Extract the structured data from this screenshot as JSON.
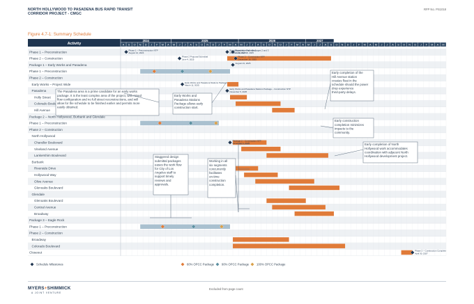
{
  "header": {
    "title_line1": "NORTH HOLLYWOOD TO PASADENA BUS RAPID TRANSIT",
    "title_line2": "CORRIDOR PROJECT - CMGC",
    "rfp_number": "RFP No. PS1018"
  },
  "figure_title": "Figure 4.7-1: Summary Schedule",
  "footer": {
    "logo_a": "MYERS",
    "logo_amp": "+",
    "logo_b": "SHIMMICK",
    "logo_sub": "A JOINT VENTURE",
    "note": "Excluded from page count"
  },
  "colors": {
    "header_navy": "#1f3550",
    "accent_orange": "#e07b39",
    "bar_blue": "#a9c0cf",
    "milestone_navy": "#1f3550",
    "diamond_60": "#e07b39",
    "diamond_90": "#5a8fa0",
    "diamond_100": "#d9a04a"
  },
  "chart_data": {
    "type": "gantt",
    "activity_header": "Activity",
    "timeline": {
      "start": "2024-04",
      "end": "2027-05"
    },
    "years": [
      {
        "label": "2024",
        "start": "2024-04",
        "end": "2024-12"
      },
      {
        "label": "2025",
        "start": "2025-01",
        "end": "2025-12"
      },
      {
        "label": "2026",
        "start": "2026-01",
        "end": "2026-12"
      },
      {
        "label": "2027",
        "start": "2027-01",
        "end": "2027-05"
      }
    ],
    "month_letters": [
      "A",
      "S",
      "O",
      "N",
      "D",
      "J",
      "F",
      "M",
      "A",
      "M",
      "J",
      "J",
      "A",
      "S",
      "O",
      "N",
      "D",
      "J",
      "F",
      "M",
      "A",
      "M",
      "J",
      "J",
      "A",
      "S",
      "O",
      "N",
      "D",
      "J",
      "F",
      "M",
      "A",
      "M",
      "J",
      "J",
      "A",
      "S",
      "O",
      "N",
      "D",
      "J",
      "F",
      "M",
      "A",
      "M",
      "J",
      "J",
      "A",
      "S",
      "O",
      "N",
      "D",
      "J",
      "F",
      "M",
      "A",
      "M"
    ],
    "rows": [
      {
        "label": "Phase 1 – Preconstruction",
        "indent": 0,
        "shade": true
      },
      {
        "label": "Phase 2 – Construction",
        "indent": 0,
        "shade": false
      },
      {
        "label": "Package 1 – Early Works and Pasadena",
        "indent": 0,
        "shade": true
      },
      {
        "label": "Phase 1 – Preconstruction",
        "indent": 0,
        "shade": false
      },
      {
        "label": "Phase 2 – Construction",
        "indent": 0,
        "shade": true
      },
      {
        "label": "Early Works – Project Wide",
        "indent": 1,
        "shade": false
      },
      {
        "label": "Pasadena",
        "indent": 1,
        "shade": true
      },
      {
        "label": "Holly Street",
        "indent": 2,
        "shade": false
      },
      {
        "label": "Colorado Boulevard",
        "indent": 2,
        "shade": true
      },
      {
        "label": "Hill Avenue",
        "indent": 2,
        "shade": false
      },
      {
        "label": "Package 2 – North Hollywood, Burbank and Glendale",
        "indent": 0,
        "shade": true
      },
      {
        "label": "Phase 1 – Preconstruction",
        "indent": 0,
        "shade": false
      },
      {
        "label": "Phase 2 – Construction",
        "indent": 0,
        "shade": true
      },
      {
        "label": "North Hollywood",
        "indent": 1,
        "shade": false
      },
      {
        "label": "Chandler Boulevard",
        "indent": 2,
        "shade": true
      },
      {
        "label": "Vineland Avenue",
        "indent": 2,
        "shade": false
      },
      {
        "label": "Lankershim Boulevard",
        "indent": 2,
        "shade": true
      },
      {
        "label": "Burbank",
        "indent": 1,
        "shade": false
      },
      {
        "label": "Riverside Drive",
        "indent": 2,
        "shade": true
      },
      {
        "label": "Hollywood Way",
        "indent": 2,
        "shade": false
      },
      {
        "label": "Olive Avenue",
        "indent": 2,
        "shade": true
      },
      {
        "label": "Glenoaks Boulevard",
        "indent": 2,
        "shade": false
      },
      {
        "label": "Glendale",
        "indent": 1,
        "shade": true
      },
      {
        "label": "Glenoaks Boulevard",
        "indent": 2,
        "shade": false
      },
      {
        "label": "Central Avenue",
        "indent": 2,
        "shade": true
      },
      {
        "label": "Broadway",
        "indent": 2,
        "shade": false
      },
      {
        "label": "Package 3 – Eagle Rock",
        "indent": 0,
        "shade": true
      },
      {
        "label": "Phase 1 – Preconstruction",
        "indent": 0,
        "shade": false
      },
      {
        "label": "Phase 2 – Construction",
        "indent": 0,
        "shade": true
      },
      {
        "label": "Broadway",
        "indent": 1,
        "shade": false
      },
      {
        "label": "Colorado Boulevard",
        "indent": 1,
        "shade": true
      },
      {
        "label": "Closeout",
        "indent": 0,
        "shade": false
      }
    ],
    "bars": [
      {
        "row": 3,
        "start": 3.5,
        "end": 19.5,
        "kind": "precon"
      },
      {
        "row": 5,
        "start": 19.0,
        "end": 21.0,
        "kind": "construction"
      },
      {
        "row": 7,
        "start": 19.5,
        "end": 22.5,
        "kind": "construction"
      },
      {
        "row": 8,
        "start": 20.5,
        "end": 28.5,
        "kind": "construction"
      },
      {
        "row": 9,
        "start": 27.0,
        "end": 31.0,
        "kind": "construction"
      },
      {
        "row": 11,
        "start": 3.5,
        "end": 17.5,
        "kind": "precon"
      },
      {
        "row": 14,
        "start": 20.0,
        "end": 26.0,
        "kind": "construction"
      },
      {
        "row": 15,
        "start": 21.5,
        "end": 28.5,
        "kind": "construction"
      },
      {
        "row": 16,
        "start": 26.0,
        "end": 37.0,
        "kind": "construction"
      },
      {
        "row": 18,
        "start": 20.0,
        "end": 24.5,
        "kind": "construction"
      },
      {
        "row": 19,
        "start": 22.0,
        "end": 28.0,
        "kind": "construction"
      },
      {
        "row": 20,
        "start": 24.0,
        "end": 34.5,
        "kind": "construction"
      },
      {
        "row": 21,
        "start": 30.0,
        "end": 39.0,
        "kind": "construction"
      },
      {
        "row": 23,
        "start": 26.0,
        "end": 33.0,
        "kind": "construction"
      },
      {
        "row": 24,
        "start": 27.0,
        "end": 36.5,
        "kind": "construction"
      },
      {
        "row": 25,
        "start": 31.0,
        "end": 38.0,
        "kind": "construction"
      },
      {
        "row": 27,
        "start": 3.5,
        "end": 19.5,
        "kind": "precon"
      },
      {
        "row": 29,
        "start": 20.0,
        "end": 30.0,
        "kind": "construction"
      },
      {
        "row": 30,
        "start": 20.0,
        "end": 40.0,
        "kind": "construction"
      },
      {
        "row": 1,
        "start": 19.0,
        "end": 37.5,
        "kind": "construction"
      },
      {
        "row": 31,
        "start": 50.0,
        "end": 52.0,
        "kind": "construction"
      }
    ],
    "diamonds": [
      {
        "row": 0,
        "at": 1.0,
        "kind": "milestone"
      },
      {
        "row": 1,
        "at": 10.5,
        "kind": "milestone"
      },
      {
        "row": 0,
        "at": 19.0,
        "kind": "milestone"
      },
      {
        "row": 0,
        "at": 20.0,
        "kind": "milestone"
      },
      {
        "row": 1,
        "at": 20.5,
        "kind": "milestone"
      },
      {
        "row": 2,
        "at": 20.0,
        "kind": "milestone"
      },
      {
        "row": 5,
        "at": 11.0,
        "kind": "milestone"
      },
      {
        "row": 6,
        "at": 19.0,
        "kind": "milestone"
      },
      {
        "row": 3,
        "at": 6.0,
        "kind": "opcc60"
      },
      {
        "row": 3,
        "at": 11.0,
        "kind": "opcc90"
      },
      {
        "row": 3,
        "at": 16.0,
        "kind": "opcc100"
      },
      {
        "row": 11,
        "at": 7.0,
        "kind": "opcc60"
      },
      {
        "row": 11,
        "at": 12.5,
        "kind": "opcc90"
      },
      {
        "row": 11,
        "at": 17.0,
        "kind": "opcc100"
      },
      {
        "row": 14,
        "at": 19.5,
        "kind": "milestone"
      },
      {
        "row": 27,
        "at": 7.5,
        "kind": "opcc60"
      },
      {
        "row": 27,
        "at": 13.0,
        "kind": "opcc90"
      },
      {
        "row": 27,
        "at": 18.0,
        "kind": "opcc100"
      },
      {
        "row": 31,
        "at": 52.0,
        "kind": "milestone"
      }
    ],
    "milestone_labels": [
      {
        "row": 0,
        "at": 1.0,
        "lines": [
          "Phase 1 – Preconstruction NTP",
          "August 14, 2024"
        ]
      },
      {
        "row": 1,
        "at": 10.5,
        "lines": [
          "Phase 2 Proposal Submittal",
          "June 4, 2025"
        ]
      },
      {
        "row": 0,
        "at": 19.0,
        "lines": [
          "Board Approval – Package 1",
          "October 23, 2025"
        ]
      },
      {
        "row": 0,
        "at": 20.0,
        "lines": [
          "Board Approval – Packages 2 and 3",
          "November 18, 2025"
        ]
      },
      {
        "row": 1,
        "at": 20.5,
        "lines": [
          "Phase 2 – Construction NTP",
          "December 16, 2025"
        ]
      },
      {
        "row": 2,
        "at": 20.0,
        "lines": [
          "August 21, 2025"
        ]
      },
      {
        "row": 5,
        "at": 11.0,
        "lines": [
          "Early Works and Pasadena Stations Package",
          "March 11, 2025"
        ]
      },
      {
        "row": 6,
        "at": 19.0,
        "lines": [
          "Early Works and Pasadena Stations Package – Construction NTP",
          "November 5, 2025"
        ]
      },
      {
        "row": 14,
        "at": 19.5,
        "lines": [
          "Package 2 – Construction NTP",
          "November 1, 2025"
        ]
      },
      {
        "row": 31,
        "at": 52.0,
        "lines": [
          "Phase 2 – Construction Complete",
          "April 30, 2027"
        ]
      }
    ],
    "callouts": [
      {
        "key": "pasadena",
        "text": "The Pasadena area is a prime candidate for an early works package. It is the least complex area of the project, with mixed flow configuration and no full street reconstructions, and will allow for the schedule to be finished earlier and permits more easily obtained."
      },
      {
        "key": "early_works",
        "text": "Early Works and Pasadena Stations Package allows early construction start."
      },
      {
        "key": "hill_avenue",
        "text": "Early completion of the Hill Avenue station creates float in the schedule should the power drop experience third-party delays."
      },
      {
        "key": "early_construction",
        "text": "Early construction completion minimizes impacts to the community."
      },
      {
        "key": "north_hollywood",
        "text": "Early completion of North Hollywood work accommodates coordination with adjacent North Hollywood development project."
      },
      {
        "key": "staggered",
        "text": "Staggered design submittal packages eases the work flow for City of Los Angeles staff to support timely reviews and approvals."
      },
      {
        "key": "segments",
        "text": "Working in all six segments concurrently facilitates on-time construction completion."
      }
    ],
    "legend": [
      {
        "kind": "milestone",
        "label": "Schedule Milestones"
      },
      {
        "kind": "opcc60",
        "label": "60% OPCC Package"
      },
      {
        "kind": "opcc90",
        "label": "90% OPCC Package"
      },
      {
        "kind": "opcc100",
        "label": "100% OPCC Package"
      }
    ]
  }
}
